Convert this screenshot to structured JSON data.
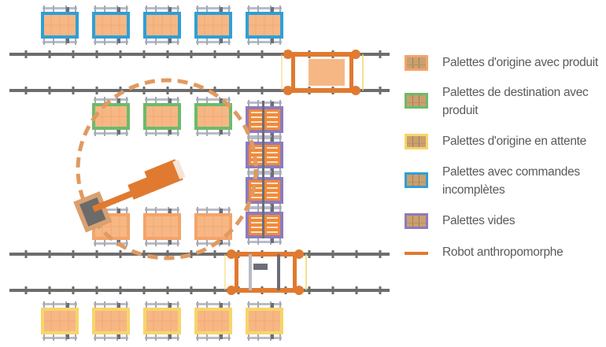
{
  "legend": {
    "items": [
      {
        "label": "Palettes d'origine avec produit",
        "color": "#f4a46a",
        "kind": "pallet"
      },
      {
        "label": "Palettes de destination avec produit",
        "color": "#6dbb6b",
        "kind": "pallet"
      },
      {
        "label": "Palettes d'origine en attente",
        "color": "#f7d56a",
        "kind": "pallet"
      },
      {
        "label": "Palettes avec commandes incomplètes",
        "color": "#2f9fd6",
        "kind": "pallet"
      },
      {
        "label": "Palettes vides",
        "color": "#8e7bbd",
        "kind": "pallet"
      },
      {
        "label": "Robot anthropomorphe",
        "color": "#e07a30",
        "kind": "line"
      }
    ]
  },
  "layout": {
    "rows": [
      {
        "name": "top-row",
        "type": "incomplete",
        "count": 5
      },
      {
        "name": "middle-upper-row",
        "type": "destination",
        "count": 3
      },
      {
        "name": "middle-lower-row",
        "type": "origin",
        "count": 3
      },
      {
        "name": "empty-column",
        "type": "empty",
        "count": 4
      },
      {
        "name": "bottom-row",
        "type": "waiting",
        "count": 5
      }
    ],
    "rails": 4,
    "shuttles": 2,
    "robot": "anthropomorphic-robot"
  },
  "colors": {
    "rail": "#6d6d6d",
    "product": "#f6b785",
    "robot": "#e07a30",
    "reach_circle": "#e09a60",
    "frame": "#b9bcc6"
  }
}
